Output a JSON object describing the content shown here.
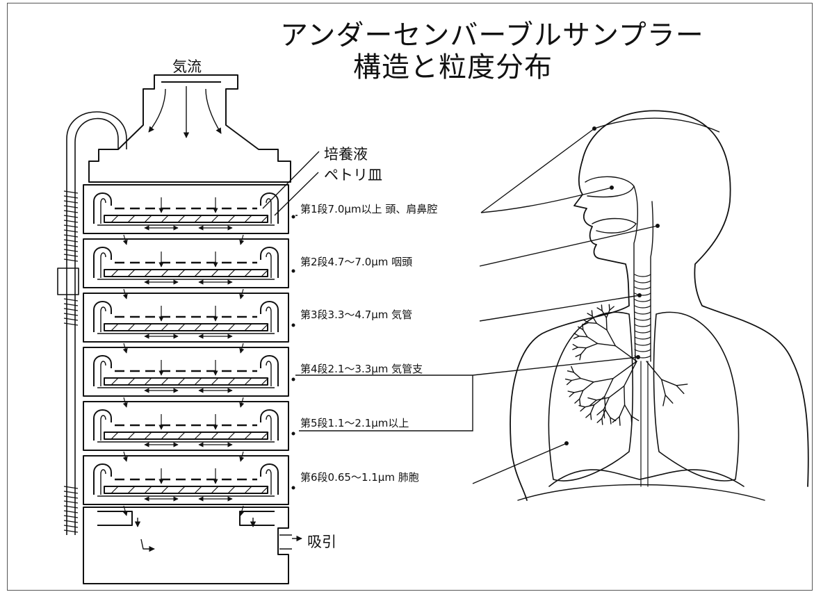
{
  "title": {
    "line1": "アンダーセンバーブルサンプラー",
    "line2": "構造と粒度分布"
  },
  "labels": {
    "airflow": "気流",
    "culture_medium": "培養液",
    "petri_dish": "ペトリ皿",
    "suction": "吸引"
  },
  "stages": [
    {
      "label": "第1段7.0μm以上 頭、肩鼻腔"
    },
    {
      "label": "第2段4.7～7.0μm 咽頭"
    },
    {
      "label": "第3段3.3～4.7μm 気管"
    },
    {
      "label": "第4段2.1～3.3μm 気管支"
    },
    {
      "label": "第5段1.1～2.1μm以上"
    },
    {
      "label": "第6段0.65～1.1μm 肺胞"
    }
  ],
  "colors": {
    "line": "#111111",
    "frame": "#555555",
    "background": "#ffffff"
  }
}
